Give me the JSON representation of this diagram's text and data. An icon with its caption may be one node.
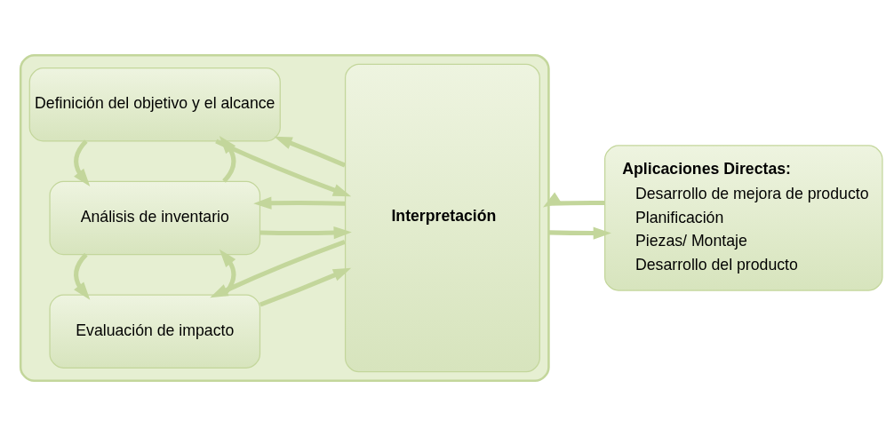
{
  "diagram": {
    "nodes": [
      {
        "text": [],
        "shape": "box"
      },
      {
        "text": [
          "Definición del objetivo y el alcance"
        ],
        "in": 0
      },
      {
        "text": [
          "Análisis de inventario"
        ],
        "in": 0
      },
      {
        "text": [
          "Evaluación de impacto"
        ],
        "in": 0
      },
      {
        "text": [
          "Interpretación"
        ],
        "in": 0
      },
      {
        "text": [
          "Aplicaciones Directas:",
          "Desarrollo de mejora de producto",
          "Planificación",
          "Piezas/ Montaje",
          "Desarrollo del producto"
        ]
      }
    ],
    "edges": [
      {
        "from": 1,
        "to": 4,
        "arrow": "to"
      },
      {
        "from": 4,
        "to": 1,
        "arrow": "to"
      },
      {
        "from": 2,
        "to": 1,
        "arrow": "to"
      },
      {
        "from": 1,
        "to": 2,
        "arrow": "to"
      },
      {
        "from": 2,
        "to": 4,
        "arrow": "to"
      },
      {
        "from": 4,
        "to": 2,
        "arrow": "to"
      },
      {
        "from": 3,
        "to": 2,
        "arrow": "to"
      },
      {
        "from": 2,
        "to": 3,
        "arrow": "to"
      },
      {
        "from": 3,
        "to": 4,
        "arrow": "to"
      },
      {
        "from": 4,
        "to": 3,
        "arrow": "to"
      },
      {
        "from": 0,
        "to": 5,
        "arrow": "to"
      },
      {
        "from": 5,
        "to": 0,
        "arrow": "to"
      }
    ]
  }
}
